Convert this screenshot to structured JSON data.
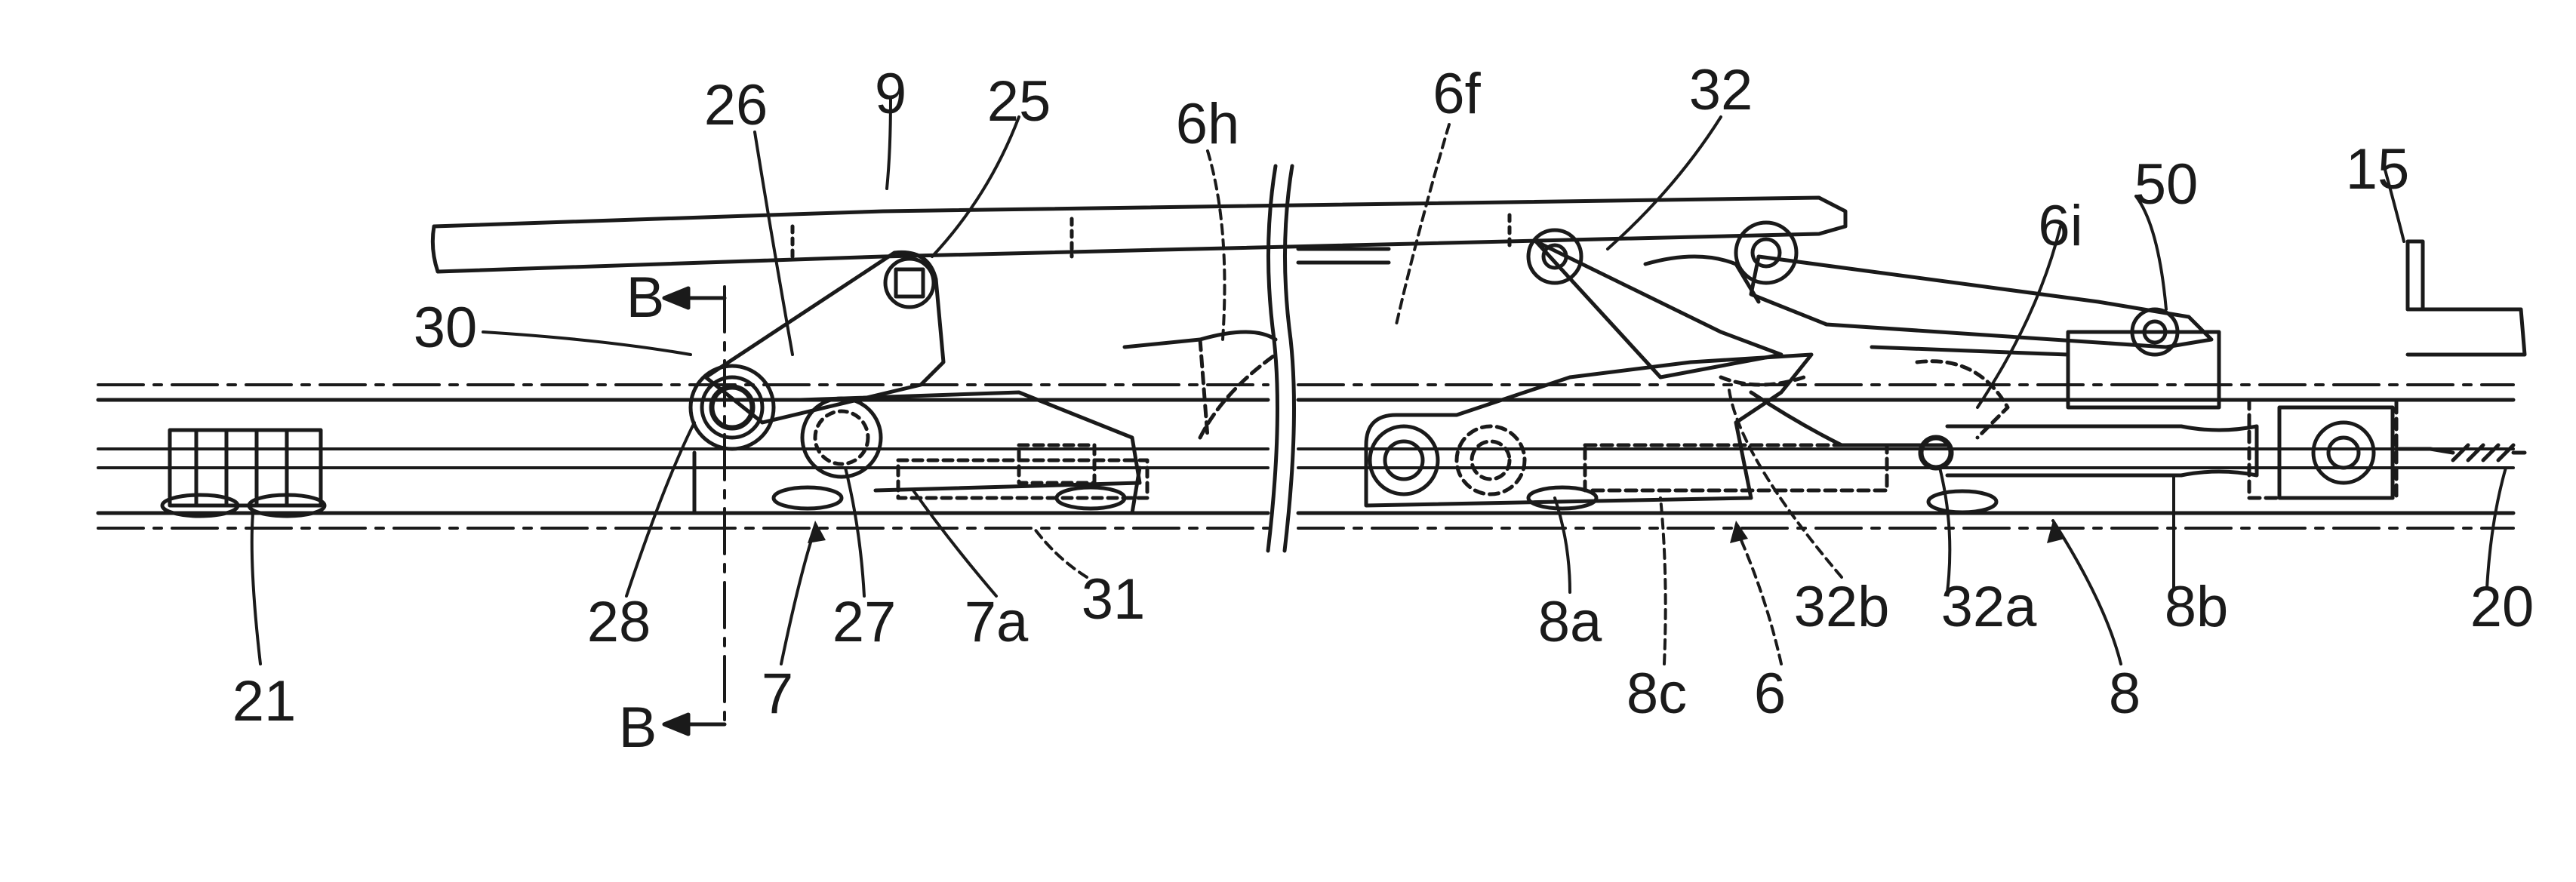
{
  "figure": {
    "labels": {
      "26": "26",
      "9": "9",
      "25": "25",
      "6h": "6h",
      "6f": "6f",
      "32": "32",
      "15": "15",
      "50": "50",
      "6i": "6i",
      "B_top": "B",
      "30": "30",
      "28": "28",
      "27": "27",
      "7a": "7a",
      "31": "31",
      "21": "21",
      "7": "7",
      "B_bottom": "B",
      "8a": "8a",
      "32b": "32b",
      "32a": "32a",
      "8b": "8b",
      "20": "20",
      "8c": "8c",
      "6": "6",
      "8": "8"
    },
    "colors": {
      "ink": "#1a1a1a",
      "paper": "#ffffff"
    }
  }
}
